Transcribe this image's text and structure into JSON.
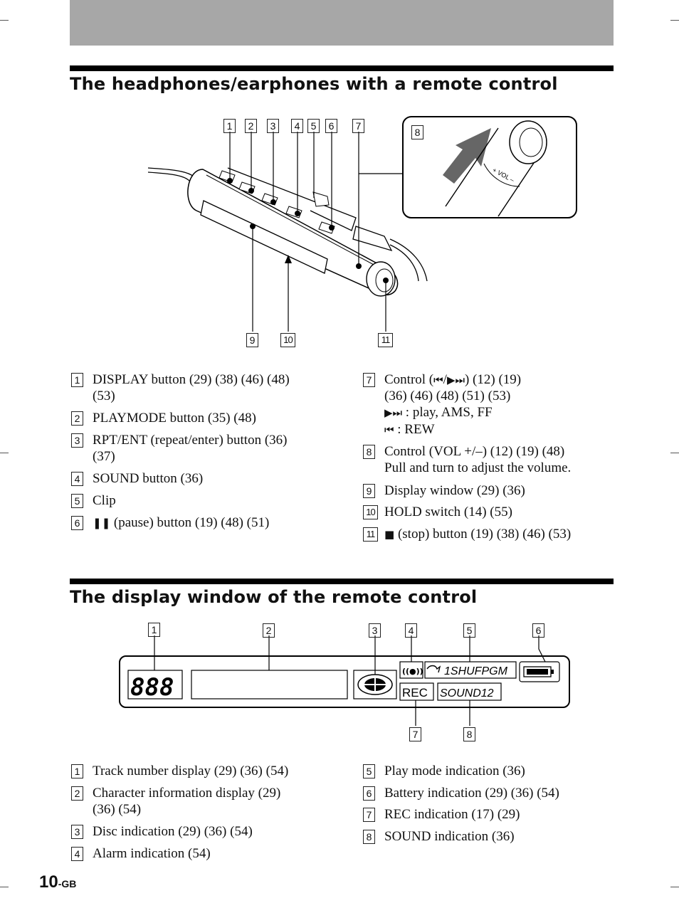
{
  "page": {
    "number": "10",
    "suffix": "-GB"
  },
  "section1": {
    "title": "The headphones/earphones with a remote control",
    "callouts": [
      "1",
      "2",
      "3",
      "4",
      "5",
      "6",
      "7",
      "8",
      "9",
      "10",
      "11"
    ],
    "vol_label": "+ VOL –",
    "items_left": [
      {
        "n": "1",
        "text": "DISPLAY button  (29) (38) (46) (48)",
        "cont": "(53)"
      },
      {
        "n": "2",
        "text": "PLAYMODE button  (35) (48)"
      },
      {
        "n": "3",
        "text": "RPT/ENT (repeat/enter) button  (36)",
        "cont": "(37)"
      },
      {
        "n": "4",
        "text": "SOUND button  (36)"
      },
      {
        "n": "5",
        "text": "Clip"
      },
      {
        "n": "6",
        "text": "(pause) button  (19) (48) (51)"
      }
    ],
    "items_right": [
      {
        "n": "7",
        "text_a": "Control (",
        "text_b": ")  (12) (19)",
        "cont": "(36) (46) (48) (51) (53)",
        "sub1": " : play, AMS, FF",
        "sub2": "  : REW"
      },
      {
        "n": "8",
        "text": "Control (VOL +/–)  (12) (19) (48)",
        "cont": "Pull and turn to adjust the volume."
      },
      {
        "n": "9",
        "text": "Display window  (29) (36)"
      },
      {
        "n": "10",
        "text": "HOLD switch  (14) (55)"
      },
      {
        "n": "11",
        "text": "(stop) button  (19) (38) (46) (53)"
      }
    ]
  },
  "section2": {
    "title": "The display window of the remote control",
    "callouts": [
      "1",
      "2",
      "3",
      "4",
      "5",
      "6",
      "7",
      "8"
    ],
    "lcd": {
      "digits": "888",
      "alarm": "((●))",
      "playmode": "1SHUFPGM",
      "rec": "REC",
      "sound": "SOUND12"
    },
    "items_left": [
      {
        "n": "1",
        "text": "Track number display  (29) (36) (54)"
      },
      {
        "n": "2",
        "text": "Character information display  (29)",
        "cont": "(36) (54)"
      },
      {
        "n": "3",
        "text": "Disc indication  (29) (36) (54)"
      },
      {
        "n": "4",
        "text": "Alarm indication  (54)"
      }
    ],
    "items_right": [
      {
        "n": "5",
        "text": "Play mode indication  (36)"
      },
      {
        "n": "6",
        "text": "Battery indication  (29) (36) (54)"
      },
      {
        "n": "7",
        "text": "REC indication  (17) (29)"
      },
      {
        "n": "8",
        "text": "SOUND indication  (36)"
      }
    ]
  }
}
